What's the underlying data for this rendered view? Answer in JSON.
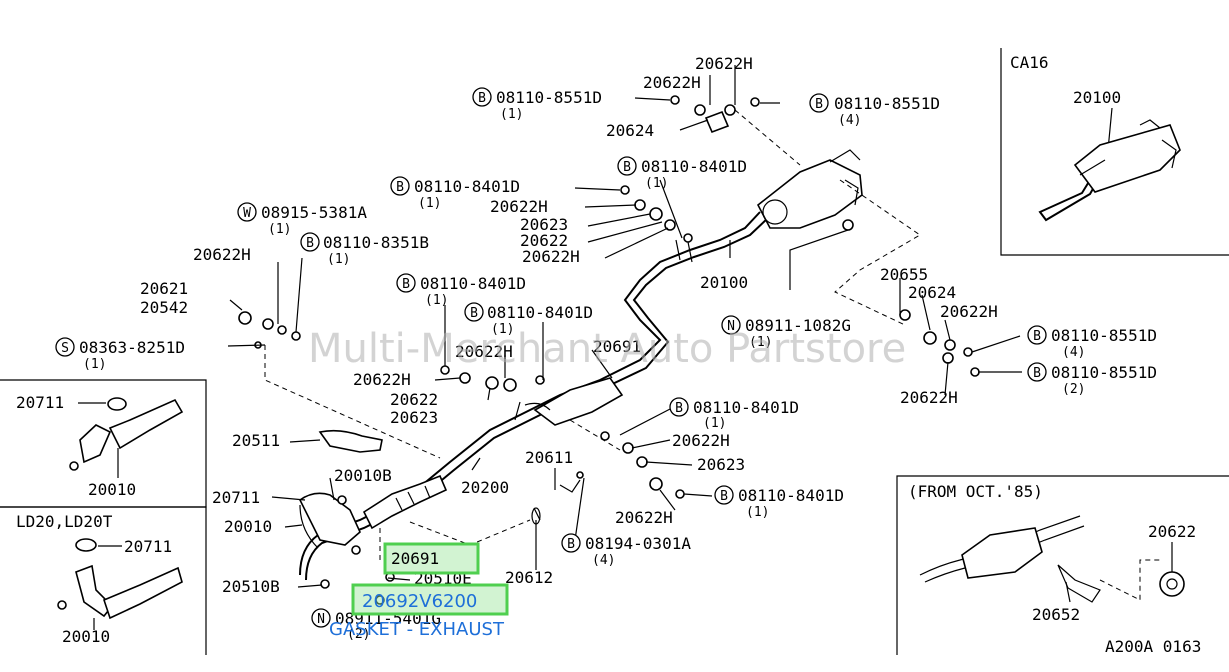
{
  "watermark": "Multi-Merchant Auto Partstore",
  "figure_code": "A200A 0163",
  "insets": {
    "ca16": {
      "title": "CA16",
      "part": "20100"
    },
    "from_oct85": {
      "title": "(FROM OCT.'85)",
      "parts": [
        "20622",
        "20652"
      ]
    },
    "top_left": {
      "parts": [
        "20711",
        "20010"
      ]
    },
    "ld20": {
      "title": "LD20,LD20T",
      "parts": [
        "20711",
        "20010"
      ]
    }
  },
  "labels": [
    {
      "text": "20622H"
    },
    {
      "text": "20622H"
    },
    {
      "text": "08110-8551D"
    },
    {
      "text": "(1)"
    },
    {
      "text": "08110-8551D"
    },
    {
      "text": "(4)"
    },
    {
      "text": "20624"
    },
    {
      "text": "08110-8401D"
    },
    {
      "text": "(1)"
    },
    {
      "text": "08110-8401D"
    },
    {
      "text": "(1)"
    },
    {
      "text": "20622H"
    },
    {
      "text": "20623"
    },
    {
      "text": "20622"
    },
    {
      "text": "20622H"
    },
    {
      "text": "08915-5381A"
    },
    {
      "text": "(1)"
    },
    {
      "text": "20622H"
    },
    {
      "text": "08110-8351B"
    },
    {
      "text": "(1)"
    },
    {
      "text": "20100"
    },
    {
      "text": "20621"
    },
    {
      "text": "20542"
    },
    {
      "text": "08110-8401D"
    },
    {
      "text": "(1)"
    },
    {
      "text": "08110-8401D"
    },
    {
      "text": "(1)"
    },
    {
      "text": "08363-8251D"
    },
    {
      "text": "(1)"
    },
    {
      "text": "20622H"
    },
    {
      "text": "20691"
    },
    {
      "text": "20622H"
    },
    {
      "text": "20622"
    },
    {
      "text": "20623"
    },
    {
      "text": "08911-1082G"
    },
    {
      "text": "(1)"
    },
    {
      "text": "20655"
    },
    {
      "text": "20624"
    },
    {
      "text": "20622H"
    },
    {
      "text": "08110-8551D"
    },
    {
      "text": "(4)"
    },
    {
      "text": "08110-8551D"
    },
    {
      "text": "(2)"
    },
    {
      "text": "20622H"
    },
    {
      "text": "08110-8401D"
    },
    {
      "text": "(1)"
    },
    {
      "text": "20622H"
    },
    {
      "text": "20623"
    },
    {
      "text": "20511"
    },
    {
      "text": "20010B"
    },
    {
      "text": "20611"
    },
    {
      "text": "20200"
    },
    {
      "text": "20711"
    },
    {
      "text": "20010"
    },
    {
      "text": "20622H"
    },
    {
      "text": "08110-8401D"
    },
    {
      "text": "(1)"
    },
    {
      "text": "08194-0301A"
    },
    {
      "text": "(4)"
    },
    {
      "text": "20612"
    },
    {
      "text": "20510B"
    },
    {
      "text": "20510E"
    },
    {
      "text": "08911-5401G"
    },
    {
      "text": "(2)"
    }
  ],
  "highlight": {
    "part_box": "20691",
    "overlay_number": "20692V6200",
    "overlay_desc": "GASKET - EXHAUST"
  }
}
